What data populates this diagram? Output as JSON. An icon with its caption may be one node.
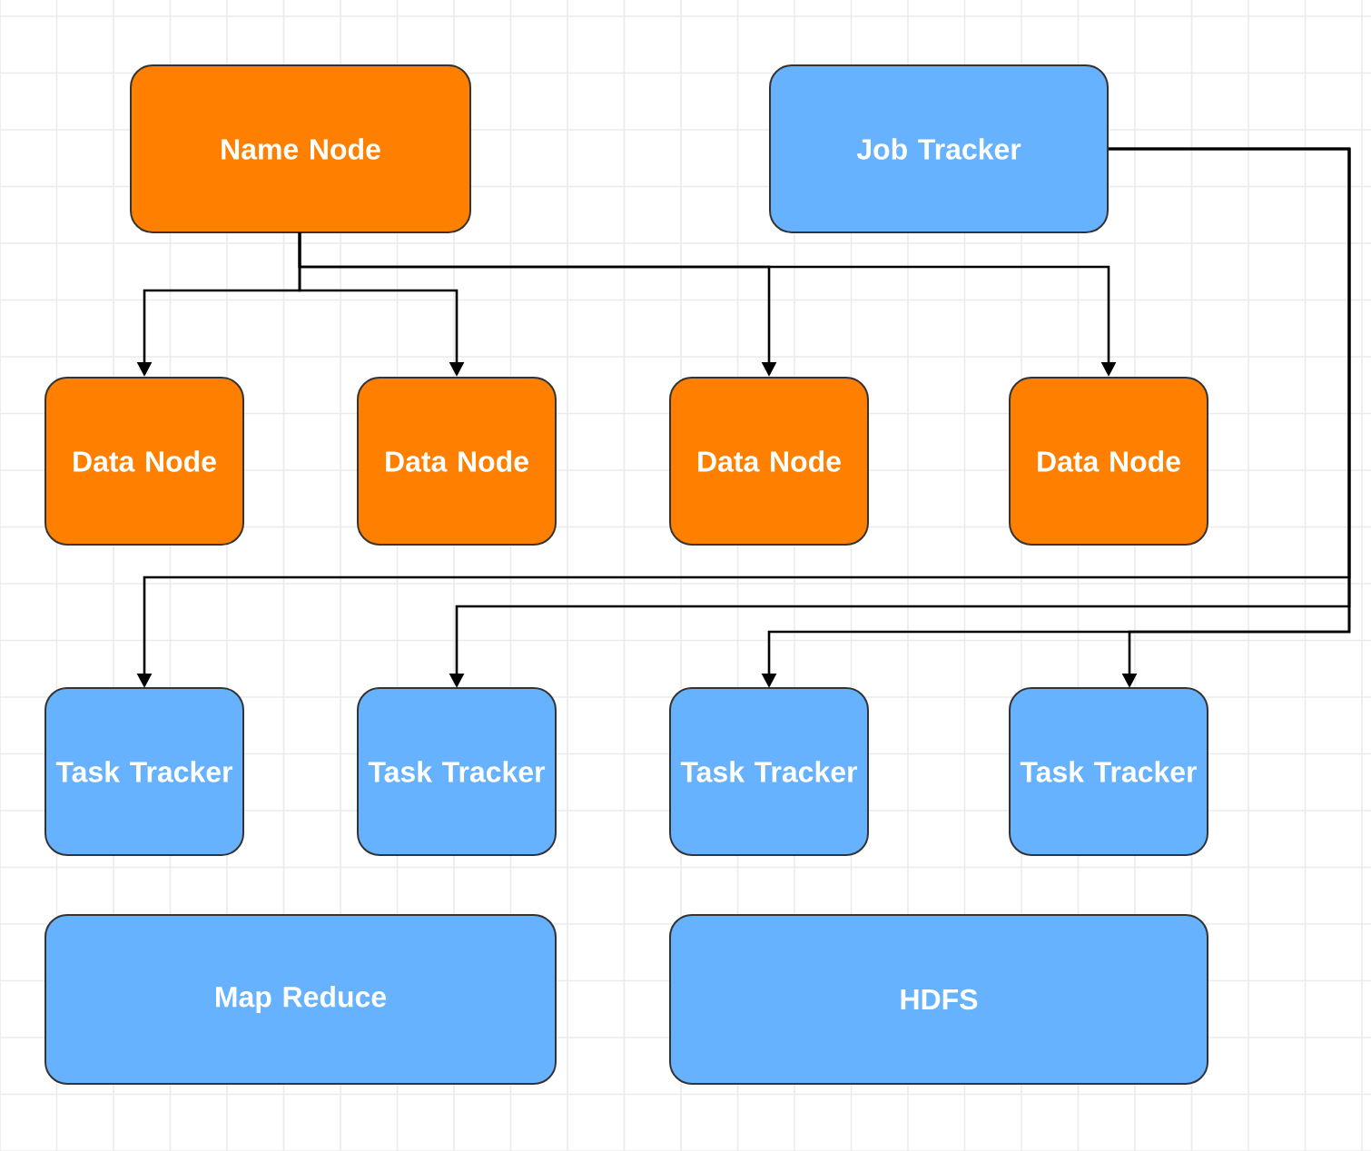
{
  "diagram": {
    "nodes": [
      {
        "text": [
          "Name Node"
        ]
      },
      {
        "text": [
          "Job Tracker"
        ]
      },
      {
        "text": [
          "Data Node"
        ]
      },
      {
        "text": [
          "Data Node"
        ]
      },
      {
        "text": [
          "Data Node"
        ]
      },
      {
        "text": [
          "Data Node"
        ]
      },
      {
        "text": [
          "Task Tracker"
        ]
      },
      {
        "text": [
          "Task Tracker"
        ]
      },
      {
        "text": [
          "Task Tracker"
        ]
      },
      {
        "text": [
          "Task Tracker"
        ]
      },
      {
        "text": [
          "Map Reduce"
        ]
      },
      {
        "text": [
          "HDFS"
        ]
      }
    ],
    "edges": [
      {
        "from": 0,
        "to": 2,
        "arrow": "to"
      },
      {
        "from": 0,
        "to": 3,
        "arrow": "to"
      },
      {
        "from": 0,
        "to": 4,
        "arrow": "to"
      },
      {
        "from": 0,
        "to": 5,
        "arrow": "to"
      },
      {
        "from": 1,
        "to": 6,
        "arrow": "to"
      },
      {
        "from": 1,
        "to": 7,
        "arrow": "to"
      },
      {
        "from": 1,
        "to": 8,
        "arrow": "to"
      },
      {
        "from": 1,
        "to": 9,
        "arrow": "to"
      }
    ]
  }
}
